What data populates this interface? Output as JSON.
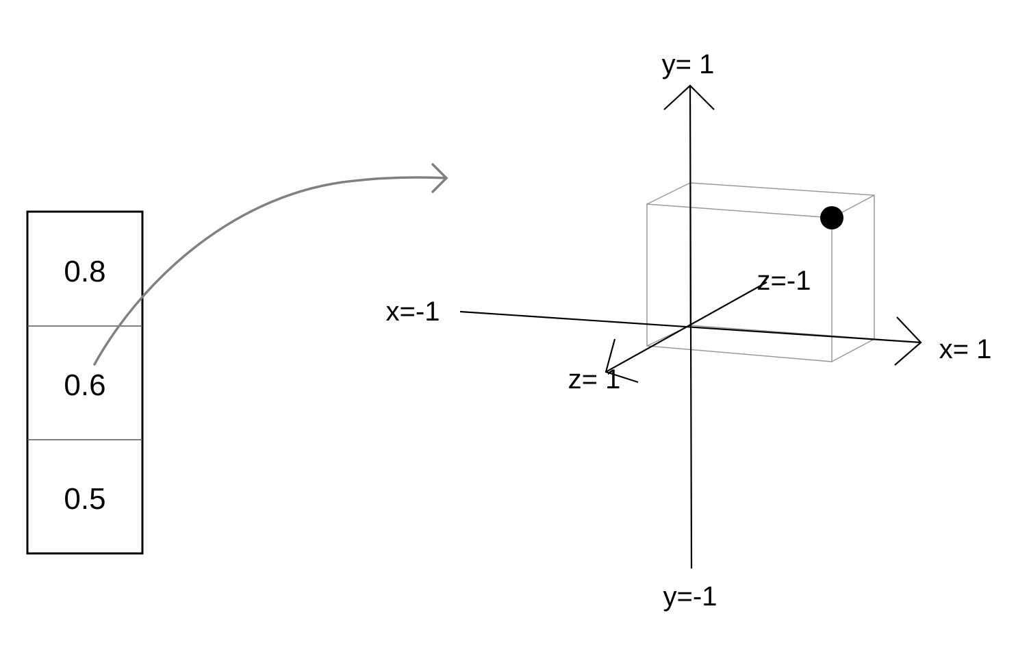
{
  "vector": {
    "values": [
      "0.8",
      "0.6",
      "0.5"
    ]
  },
  "axes": {
    "y_pos": "y= 1",
    "y_neg": "y=-1",
    "x_neg": "x=-1",
    "x_pos": "x= 1",
    "z_neg": "z=-1",
    "z_pos": "z= 1"
  },
  "point": {
    "x": 0.8,
    "y": 0.6,
    "z": 0.5
  },
  "colors": {
    "arrow": "#808080",
    "box": "#999999",
    "axis": "#000000"
  }
}
